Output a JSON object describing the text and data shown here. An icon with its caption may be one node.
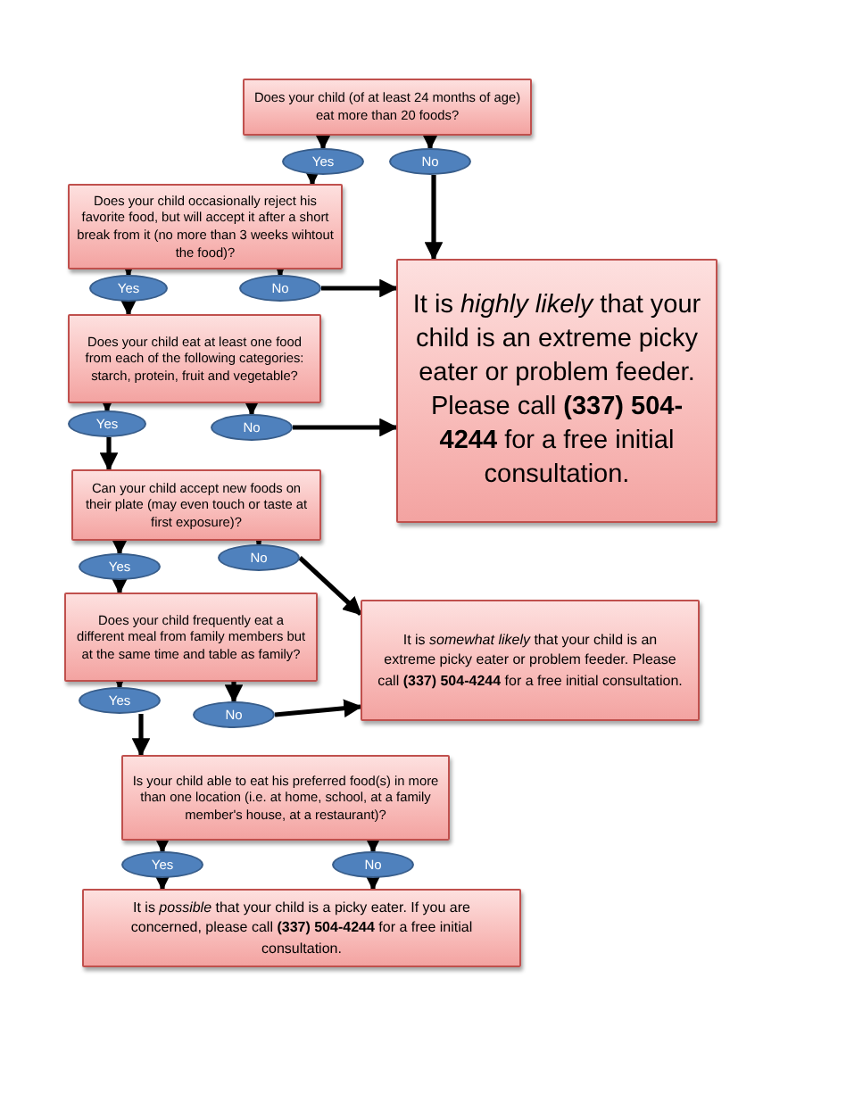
{
  "diagram": {
    "nodes": [
      {
        "text": [
          "Does your child (of at least 24 months of age) eat more than 20 foods?"
        ]
      },
      {
        "text": [
          "Yes"
        ]
      },
      {
        "text": [
          "No"
        ]
      },
      {
        "text": [
          "Does your child occasionally reject his favorite food, but will accept it after a short break from it (no more than 3 weeks wihtout the food)?"
        ]
      },
      {
        "text": [
          "Yes"
        ]
      },
      {
        "text": [
          "No"
        ]
      },
      {
        "text": [
          "It is *highly likely* that your child is an extreme picky eater or problem feeder. Please call **(337) 504-4244** for a free initial consultation."
        ]
      },
      {
        "text": [
          "Does your child eat at least one food from each of the following categories: starch, protein, fruit and vegetable?"
        ]
      },
      {
        "text": [
          "Yes"
        ]
      },
      {
        "text": [
          "No"
        ]
      },
      {
        "text": [
          "Can your child accept new foods on their plate (may even touch or taste at first exposure)?"
        ]
      },
      {
        "text": [
          "Yes"
        ]
      },
      {
        "text": [
          "No"
        ]
      },
      {
        "text": [
          "Does your child frequently eat a different meal from family members but at the same time and table as family?"
        ]
      },
      {
        "text": [
          "Yes"
        ]
      },
      {
        "text": [
          "No"
        ]
      },
      {
        "text": [
          "It is *somewhat likely* that your child is an extreme picky eater or problem feeder. Please call **(337) 504-4244** for a free initial consultation."
        ]
      },
      {
        "text": [
          "Is your child able to eat his preferred food(s) in more than one location (i.e. at home, school, at a family member's house, at a restaurant)?"
        ]
      },
      {
        "text": [
          "Yes"
        ]
      },
      {
        "text": [
          "No"
        ]
      },
      {
        "text": [
          "It is *possible* that your child is a picky eater. If you are concerned, please call **(337) 504-4244** for a free initial consultation."
        ]
      }
    ],
    "edges": [
      {
        "from": 0,
        "to": 1,
        "arrow": "to"
      },
      {
        "from": 0,
        "to": 2,
        "arrow": "to"
      },
      {
        "from": 2,
        "to": 6,
        "arrow": "to"
      },
      {
        "from": 1,
        "to": 3,
        "arrow": "to"
      },
      {
        "from": 3,
        "to": 4,
        "arrow": "to"
      },
      {
        "from": 3,
        "to": 5,
        "arrow": "to"
      },
      {
        "from": 5,
        "to": 6,
        "arrow": "to"
      },
      {
        "from": 4,
        "to": 7,
        "arrow": "to"
      },
      {
        "from": 7,
        "to": 8,
        "arrow": "to"
      },
      {
        "from": 7,
        "to": 9,
        "arrow": "to"
      },
      {
        "from": 9,
        "to": 6,
        "arrow": "to"
      },
      {
        "from": 8,
        "to": 10,
        "arrow": "to"
      },
      {
        "from": 10,
        "to": 11,
        "arrow": "to"
      },
      {
        "from": 10,
        "to": 12,
        "arrow": "to"
      },
      {
        "from": 12,
        "to": 16,
        "arrow": "to"
      },
      {
        "from": 11,
        "to": 13,
        "arrow": "to"
      },
      {
        "from": 13,
        "to": 14,
        "arrow": "to"
      },
      {
        "from": 13,
        "to": 15,
        "arrow": "to"
      },
      {
        "from": 15,
        "to": 16,
        "arrow": "to"
      },
      {
        "from": 14,
        "to": 17,
        "arrow": "to"
      },
      {
        "from": 17,
        "to": 18,
        "arrow": "to"
      },
      {
        "from": 17,
        "to": 19,
        "arrow": "to"
      },
      {
        "from": 18,
        "to": 20,
        "arrow": "to"
      },
      {
        "from": 19,
        "to": 20,
        "arrow": "to"
      }
    ]
  }
}
